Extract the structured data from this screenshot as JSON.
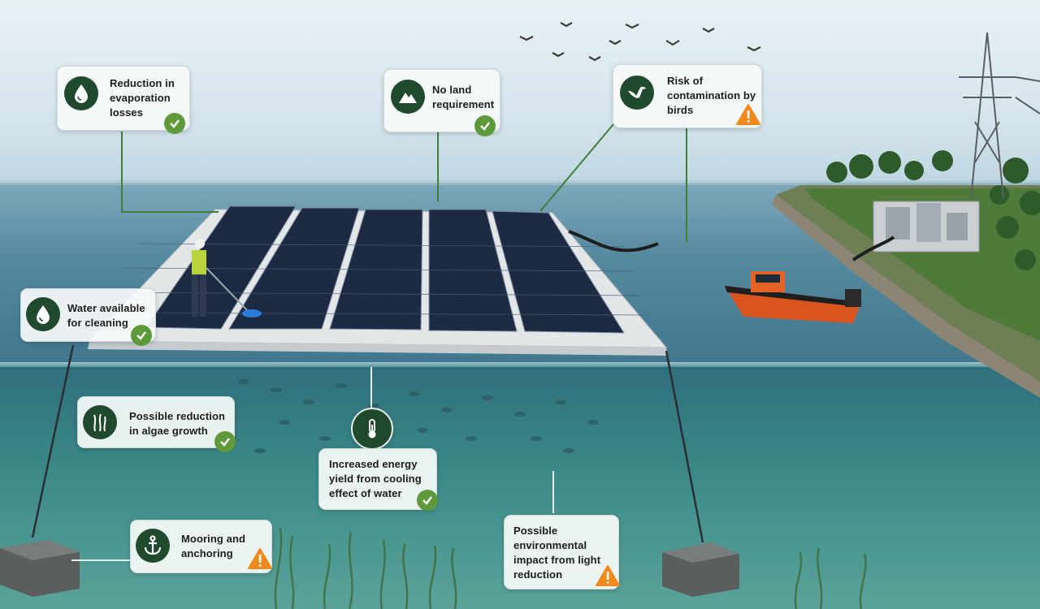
{
  "image_alt": "Floating solar photovoltaic plant on a reservoir with labelled benefits and risks",
  "colors": {
    "positive_badge": "#5f9a3a",
    "warning_badge": "#f08a1c",
    "icon_circle": "#1f4a2e",
    "leader_line": "#3f7f3a"
  },
  "labels": {
    "evaporation": {
      "text": "Reduction in evaporation losses",
      "icon": "water-drop-icon",
      "status": "positive"
    },
    "land": {
      "text": "No land requirement",
      "icon": "mountain-icon",
      "status": "positive"
    },
    "birds": {
      "text": "Risk of contamination by birds",
      "icon": "bird-icon",
      "status": "warning"
    },
    "cleaning": {
      "text": "Water available for cleaning",
      "icon": "water-drop-icon",
      "status": "positive"
    },
    "algae": {
      "text": "Possible reduction in algae growth",
      "icon": "seaweed-icon",
      "status": "positive"
    },
    "cooling": {
      "text": "Increased energy yield from cooling effect of water",
      "icon": "thermometer-icon",
      "status": "positive"
    },
    "mooring": {
      "text": "Mooring and anchoring",
      "icon": "anchor-icon",
      "status": "warning"
    },
    "light": {
      "text": "Possible environmental impact from light reduction",
      "icon": "",
      "status": "warning"
    }
  }
}
